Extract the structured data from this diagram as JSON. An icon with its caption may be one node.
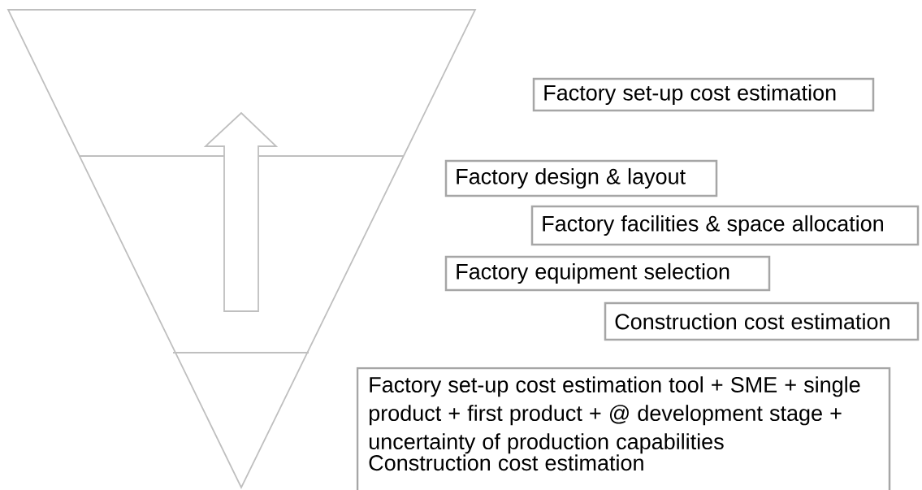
{
  "diagram": {
    "nodes": [
      {
        "text": [
          "Factory set-up cost estimation"
        ]
      },
      {
        "text": [
          "Factory design & layout"
        ]
      },
      {
        "text": [
          "Factory facilities & space allocation"
        ]
      },
      {
        "text": [
          "Factory equipment selection"
        ]
      },
      {
        "text": [
          "Construction cost estimation"
        ]
      },
      {
        "text": [
          "Factory set-up cost estimation tool + SME + single product + first product + @ development stage + uncertainty of production capabilities",
          "Construction cost estimation"
        ]
      }
    ]
  }
}
